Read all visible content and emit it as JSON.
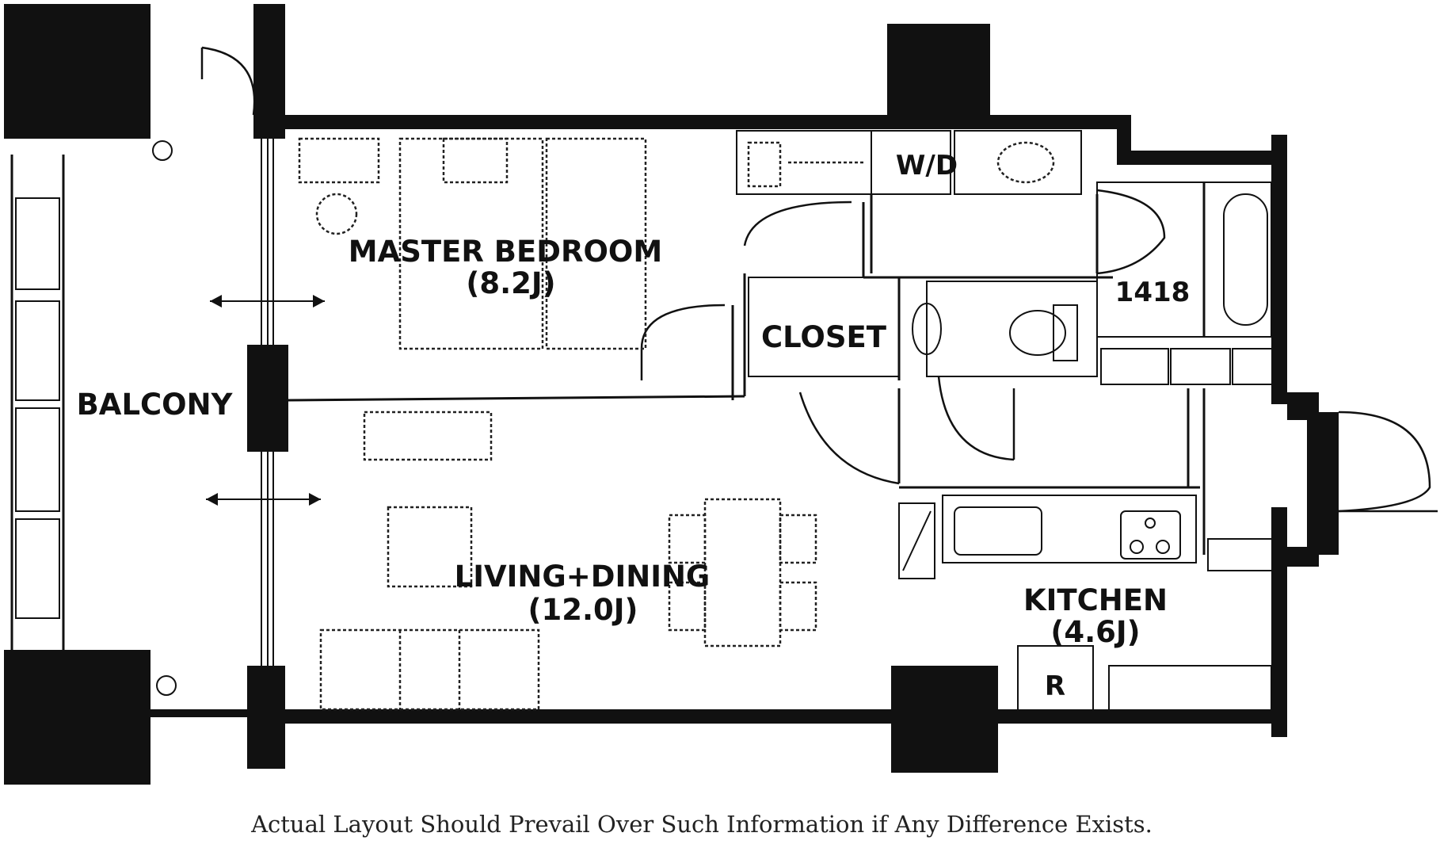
{
  "rooms": {
    "balcony": "BALCONY",
    "master_bedroom": "MASTER BEDROOM",
    "master_bedroom_size": "(8.2J)",
    "living_dining": "LIVING+DINING",
    "living_dining_size": "(12.0J)",
    "kitchen": "KITCHEN",
    "kitchen_size": "(4.6J)",
    "closet": "CLOSET",
    "washer_dryer": "W/D",
    "bath": "1418",
    "refrigerator": "R"
  },
  "caption": "Actual Layout Should Prevail Over Such Information if Any Difference Exists.",
  "colors": {
    "ink": "#111111",
    "background": "#ffffff"
  }
}
